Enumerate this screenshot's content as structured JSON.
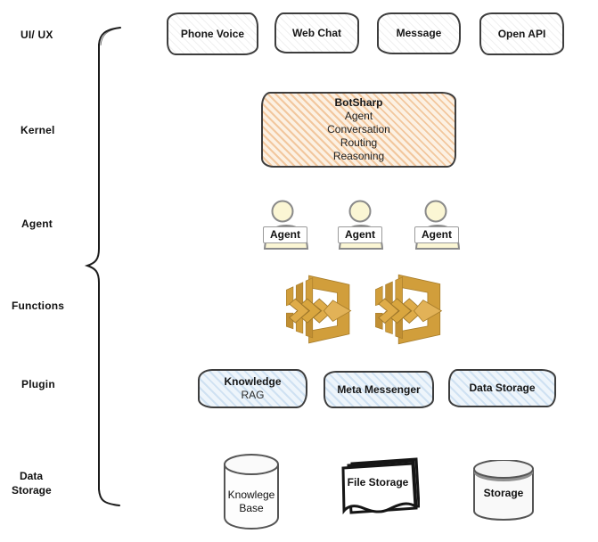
{
  "layer_labels": {
    "ui_ux": "UI/ UX",
    "kernel": "Kernel",
    "agent": "Agent",
    "functions": "Functions",
    "plugin": "Plugin",
    "data_storage_line1": "Data",
    "data_storage_line2": "Storage"
  },
  "ui_ux_row": {
    "boxes": [
      {
        "label": "Phone Voice"
      },
      {
        "label": "Web Chat"
      },
      {
        "label": "Message"
      },
      {
        "label": "Open API"
      }
    ]
  },
  "kernel_box": {
    "title": "BotSharp",
    "lines": [
      "Agent",
      "Conversation",
      "Routing",
      "Reasoning"
    ]
  },
  "agent_row": {
    "icon": "person-icon",
    "agents": [
      {
        "label": "Agent"
      },
      {
        "label": "Agent"
      },
      {
        "label": "Agent"
      }
    ]
  },
  "functions_row": {
    "icon": "aws-queue-icon",
    "icon_count": 2
  },
  "plugin_row": {
    "boxes": [
      {
        "title": "Knowledge",
        "subtitle": "RAG"
      },
      {
        "title": "Meta Messenger",
        "subtitle": ""
      },
      {
        "title": "Data Storage",
        "subtitle": ""
      }
    ]
  },
  "storage_row": {
    "knowledge_base": {
      "icon": "database-cylinder-icon",
      "line1": "Knowlege",
      "line2": "Base"
    },
    "file_storage": {
      "icon": "file-stack-icon",
      "label": "File Storage"
    },
    "storage": {
      "icon": "database-cylinder-icon",
      "label": "Storage"
    }
  },
  "colors": {
    "sketch_stroke": "#3d3d3d",
    "kernel_hatch": "#f2c79e",
    "plugin_hatch": "#cfe1f2",
    "agent_fill": "#fbf6d4",
    "aws_gold": "#D19E3B",
    "aws_gold_dark": "#A97E2B",
    "aws_gold_light": "#E2B257",
    "cylinder_stroke": "#555555",
    "storage_band": "#909090"
  }
}
